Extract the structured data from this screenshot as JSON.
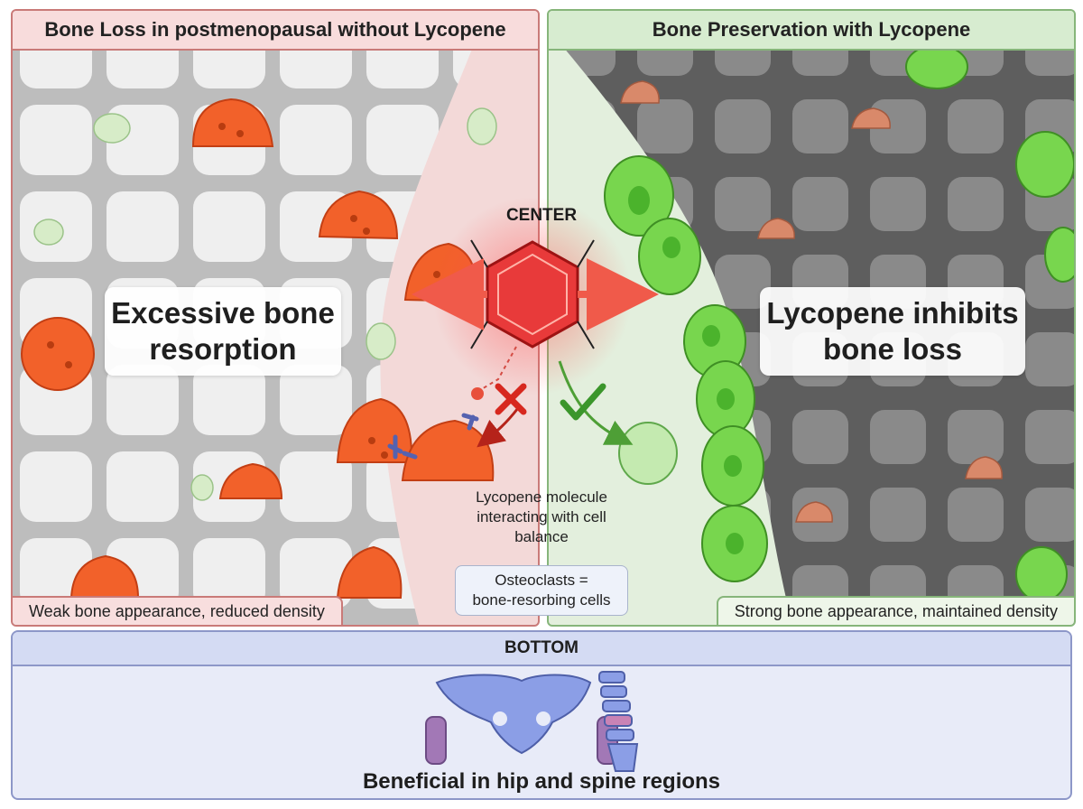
{
  "left_panel": {
    "title": "Bone Loss in postmenopausal without Lycopene",
    "main_label_line1": "Excessive bone",
    "main_label_line2": "resorption",
    "footer": "Weak bone appearance, reduced density"
  },
  "right_panel": {
    "title": "Bone Preservation with Lycopene",
    "main_label_line1": "Lycopene inhibits",
    "main_label_line2": "bone loss",
    "footer": "Strong bone appearance, maintained density"
  },
  "center": {
    "title": "CENTER",
    "caption_line1": "Lycopene molecule",
    "caption_line2": "interacting with cell",
    "caption_line3": "balance",
    "note_line1": "Osteoclasts =",
    "note_line2": "bone-resorbing cells"
  },
  "bottom": {
    "title": "BOTTOM",
    "caption": "Beneficial in hip and spine regions"
  },
  "icons": [
    "hexagon-molecule-icon",
    "check-icon",
    "cross-icon",
    "hip-pelvis-icon",
    "spine-icon"
  ],
  "colors": {
    "left_bg": "#f3d9d8",
    "right_bg": "#e3efdd",
    "bottom_bg": "#e8ebf8",
    "osteoclast": "#f2612a",
    "osteoblast": "#7ed957",
    "molecule": "#e83a3a"
  }
}
